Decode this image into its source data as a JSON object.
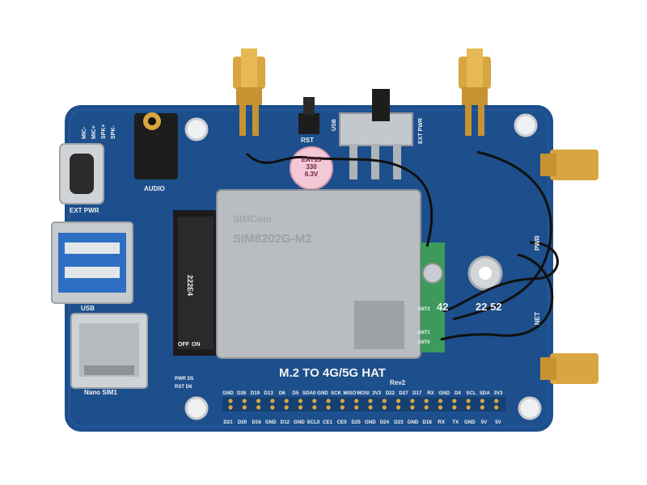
{
  "board": {
    "title": "M.2 TO 4G/5G HAT",
    "revision": "Rev2",
    "colors": {
      "pcb": "#1d4f8c",
      "pcb_dark": "#163f72",
      "silk": "#f2f2f2",
      "gold": "#d8a640",
      "module": "#b9bcc0"
    }
  },
  "labels": {
    "mic_minus": "MIC-",
    "mic_plus": "MIC+",
    "spk_plus": "SPK+",
    "spk_minus": "SPK-",
    "audio": "AUDIO",
    "ext_pwr_left": "EXT PWR",
    "usb_port": "USB",
    "rst": "RST",
    "usb_switch": "USB",
    "ext_pwr_right": "EXT PWR",
    "pwr_led": "PWR",
    "net_led": "NET",
    "ant2": "ANT2",
    "ant1": "ANT1",
    "ant0": "ANT0",
    "nano_sim": "Nano SIM1",
    "dip_off": "OFF",
    "dip_on": "ON",
    "pwr_d5": "PWR D5",
    "rst_d6": "RST D6",
    "m2_slot_text": "222E4",
    "silk_42": "42",
    "silk_2252": "22 52"
  },
  "capacitor": {
    "line1": "EAY15",
    "line2": "330",
    "line3": "6.3V"
  },
  "module": {
    "brand": "SIMCom",
    "model": "SIM8202G-M2"
  },
  "gpio": {
    "top_row": [
      "GND",
      "D26",
      "D19",
      "D13",
      "D6",
      "D5",
      "SDA0",
      "GND",
      "SCK",
      "MISO",
      "MOSI",
      "3V3",
      "D22",
      "D27",
      "D17",
      "RX",
      "GND",
      "D4",
      "SCL",
      "SDA",
      "3V3"
    ],
    "bottom_row": [
      "D21",
      "D20",
      "D16",
      "GND",
      "D12",
      "GND",
      "SCL0",
      "CE1",
      "CE0",
      "D25",
      "GND",
      "D24",
      "D23",
      "GND",
      "D18",
      "RX",
      "TX",
      "GND",
      "5V",
      "5V"
    ]
  }
}
